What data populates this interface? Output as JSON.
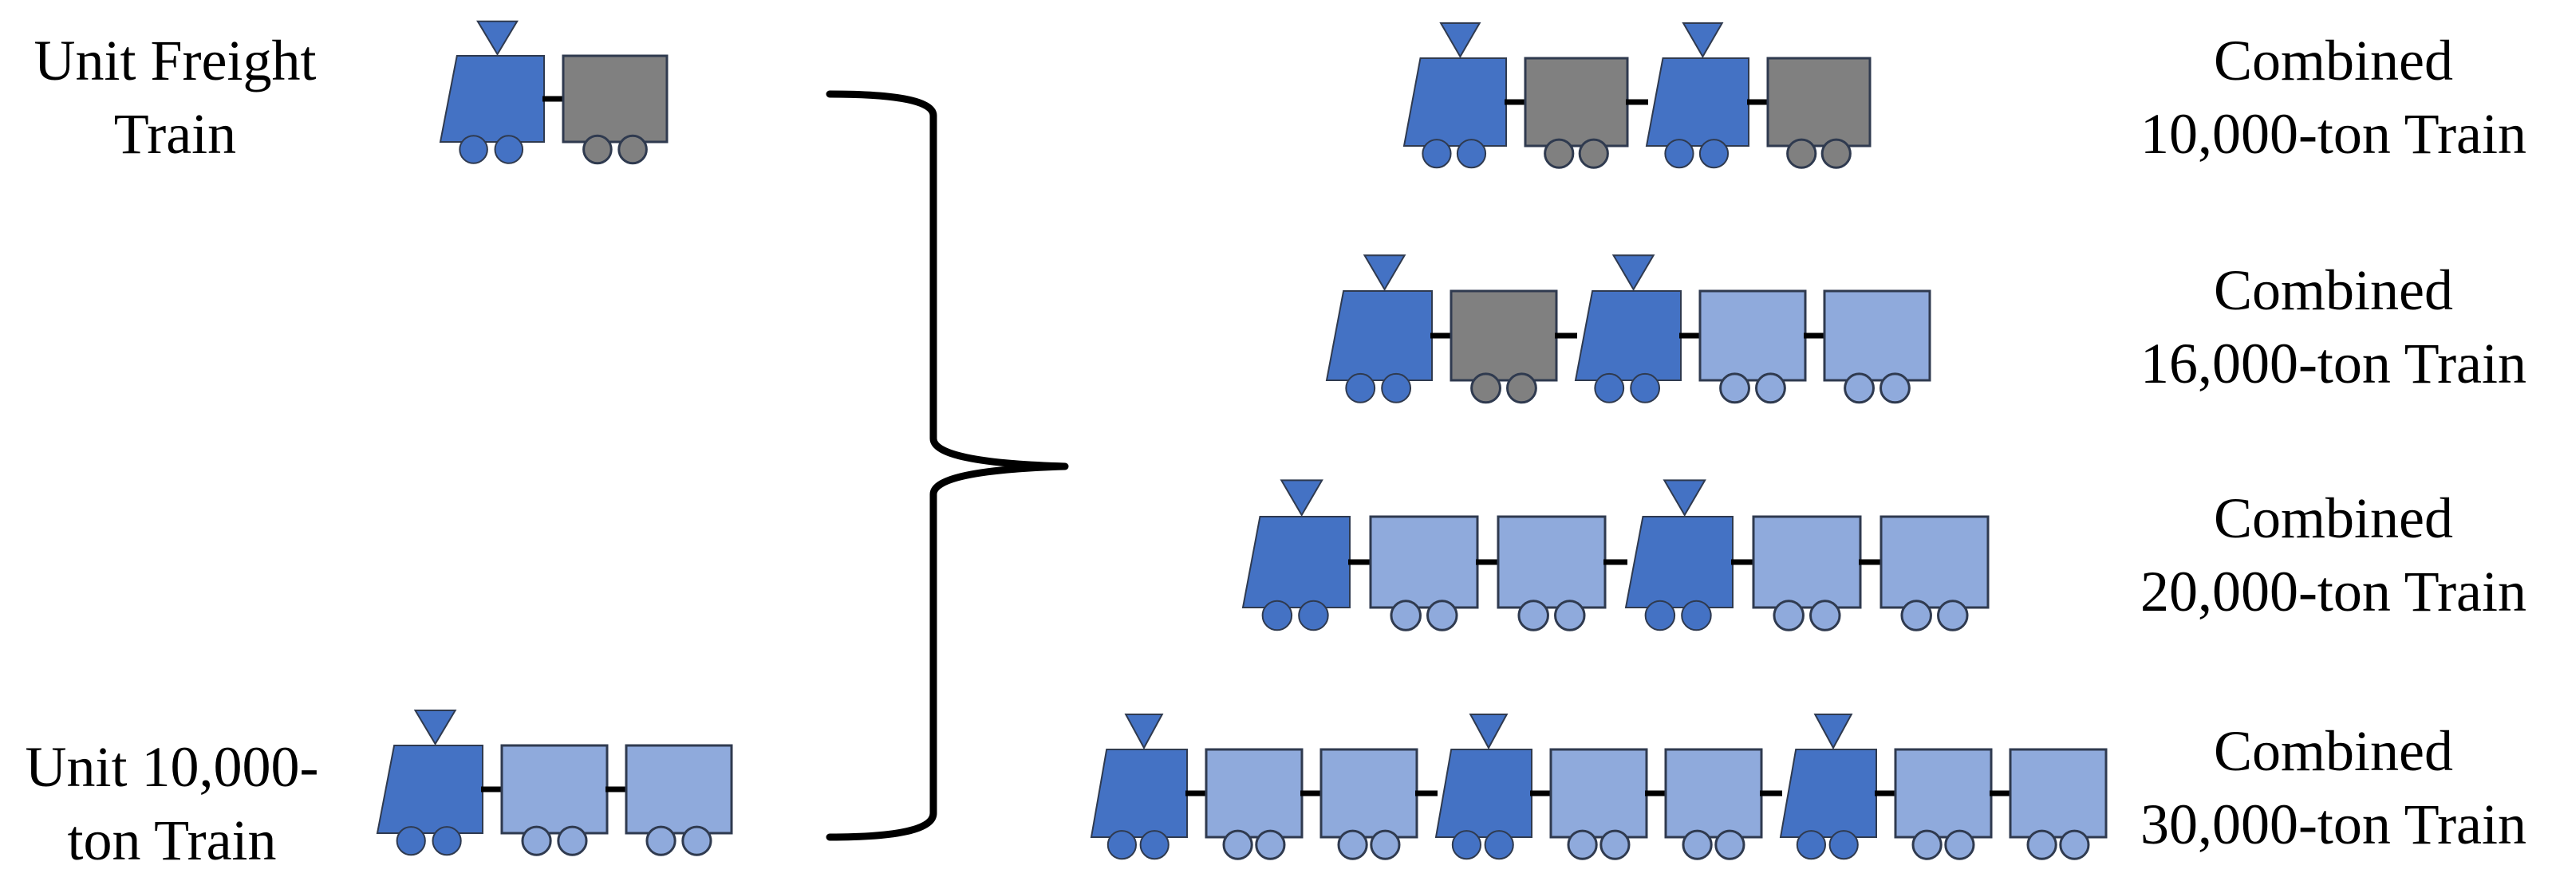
{
  "inputs": {
    "unit_freight": {
      "line1": "Unit Freight",
      "line2": "Train",
      "cars": [
        "loco",
        "freight"
      ]
    },
    "unit_10000": {
      "line1": "Unit 10,000-",
      "line2": "ton Train",
      "cars": [
        "loco",
        "bulk",
        "bulk"
      ]
    }
  },
  "outputs": [
    {
      "line1": "Combined",
      "line2": "10,000-ton Train",
      "cars": [
        "loco",
        "freight",
        "loco",
        "freight"
      ]
    },
    {
      "line1": "Combined",
      "line2": "16,000-ton Train",
      "cars": [
        "loco",
        "freight",
        "loco",
        "bulk",
        "bulk"
      ]
    },
    {
      "line1": "Combined",
      "line2": "20,000-ton Train",
      "cars": [
        "loco",
        "bulk",
        "bulk",
        "loco",
        "bulk",
        "bulk"
      ]
    },
    {
      "line1": "Combined",
      "line2": "30,000-ton Train",
      "cars": [
        "loco",
        "bulk",
        "bulk",
        "loco",
        "bulk",
        "bulk",
        "loco",
        "bulk",
        "bulk"
      ]
    }
  ],
  "colors": {
    "locomotive": "#4472C4",
    "freight_car": "#808080",
    "bulk_car": "#8FAADC",
    "outline": "#2F3A4F",
    "coupler": "#000000"
  }
}
